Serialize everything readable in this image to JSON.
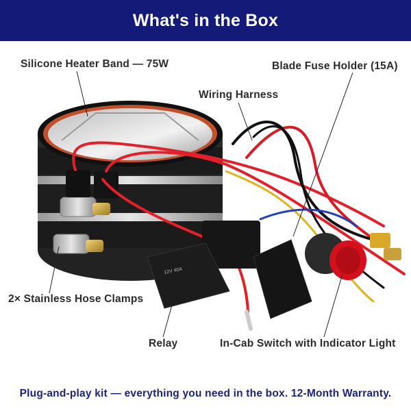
{
  "header": {
    "title": "What's in the Box"
  },
  "labels": {
    "heater_band": "Silicone Heater Band — 75W",
    "fuse_holder": "Blade Fuse Holder (15A)",
    "wiring_harness": "Wiring Harness",
    "hose_clamps": "2× Stainless Hose Clamps",
    "relay": "Relay",
    "switch": "In-Cab Switch with Indicator Light"
  },
  "footer": {
    "text": "Plug-and-play kit — everything you need in the box. 12-Month Warranty."
  },
  "colors": {
    "banner": "#141a78",
    "footer_text": "#1b237e",
    "label_text": "#2b2b2b"
  }
}
